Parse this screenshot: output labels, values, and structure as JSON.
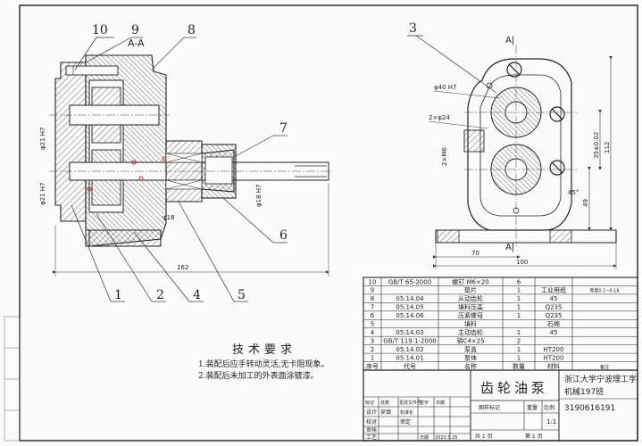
{
  "section_label": "A-A",
  "view_label_top": "A|",
  "view_label_bottom": "A|",
  "callouts": {
    "c1": "1",
    "c2": "2",
    "c3": "3",
    "c4": "4",
    "c5": "5",
    "c6": "6",
    "c7": "7",
    "c8": "8",
    "c9": "9",
    "c10": "10"
  },
  "dimensions": {
    "overall_width": "162",
    "width_70": "70",
    "width_100": "100",
    "height_35": "35±0.02",
    "height_112": "112",
    "height_49": "49",
    "angle": "45°",
    "dia_40": "φ40 H7",
    "dia_24": "2×φ24",
    "dia_left_1": "φ21 H7",
    "dia_left_2": "φ21 H7",
    "dia_mid": "φ18",
    "dia_right": "φ18 H7",
    "dia_2m": "2×M6"
  },
  "technical_requirements": {
    "title": "技术要求",
    "items": [
      "1.装配后应手转动灵活,无卡阻现象。",
      "2.装配后未加工的外表面涂镀漆。"
    ]
  },
  "parts_list": {
    "rows": [
      {
        "no": "10",
        "code": "GB/T 65-2000",
        "name": "螺钉 M6×20",
        "qty": "6",
        "material": "",
        "note": ""
      },
      {
        "no": "9",
        "code": "",
        "name": "垫片",
        "qty": "1",
        "material": "工业用纸",
        "note": "厚度0.1~0.16"
      },
      {
        "no": "8",
        "code": "05.14.04",
        "name": "从动齿轮",
        "qty": "1",
        "material": "45",
        "note": ""
      },
      {
        "no": "7",
        "code": "05.14.05",
        "name": "填料压盖",
        "qty": "1",
        "material": "Q235",
        "note": ""
      },
      {
        "no": "6",
        "code": "05.14.06",
        "name": "压紧螺母",
        "qty": "1",
        "material": "Q235",
        "note": ""
      },
      {
        "no": "5",
        "code": "",
        "name": "填料",
        "qty": "",
        "material": "石棉",
        "note": ""
      },
      {
        "no": "4",
        "code": "05.14.03",
        "name": "主动齿轮",
        "qty": "1",
        "material": "45",
        "note": ""
      },
      {
        "no": "3",
        "code": "GB/T 119.1-2000",
        "name": "销C4×25",
        "qty": "2",
        "material": "",
        "note": ""
      },
      {
        "no": "2",
        "code": "05.14.02",
        "name": "泵盖",
        "qty": "1",
        "material": "HT200",
        "note": ""
      },
      {
        "no": "1",
        "code": "05.14.01",
        "name": "泵体",
        "qty": "1",
        "material": "HT200",
        "note": ""
      }
    ],
    "header": {
      "no": "序号",
      "code": "代号",
      "name": "名称",
      "qty": "数量",
      "material": "材料",
      "note": "备注"
    }
  },
  "title_block": {
    "drawing_title": "齿轮油泵",
    "org_line1": "浙江大学宁波理工学",
    "org_line2": "机械197班",
    "student_id": "3190616191",
    "rev_headers": [
      "标记",
      "处数",
      "更改文件号",
      "签字",
      "日期"
    ],
    "design_label": "设计",
    "designer": "吴镇",
    "standardize_label": "标准化",
    "check_label": "校对",
    "review_label": "审核",
    "approve_label": "审定",
    "craft_label": "工艺",
    "date_label": "日期",
    "date": "2020.5.25",
    "stage_label": "图样标记",
    "weight_label": "重量",
    "scale_label": "比例",
    "scale": "1:1",
    "sheets_total": "共 1 页",
    "sheet_no": "第 1 页"
  }
}
